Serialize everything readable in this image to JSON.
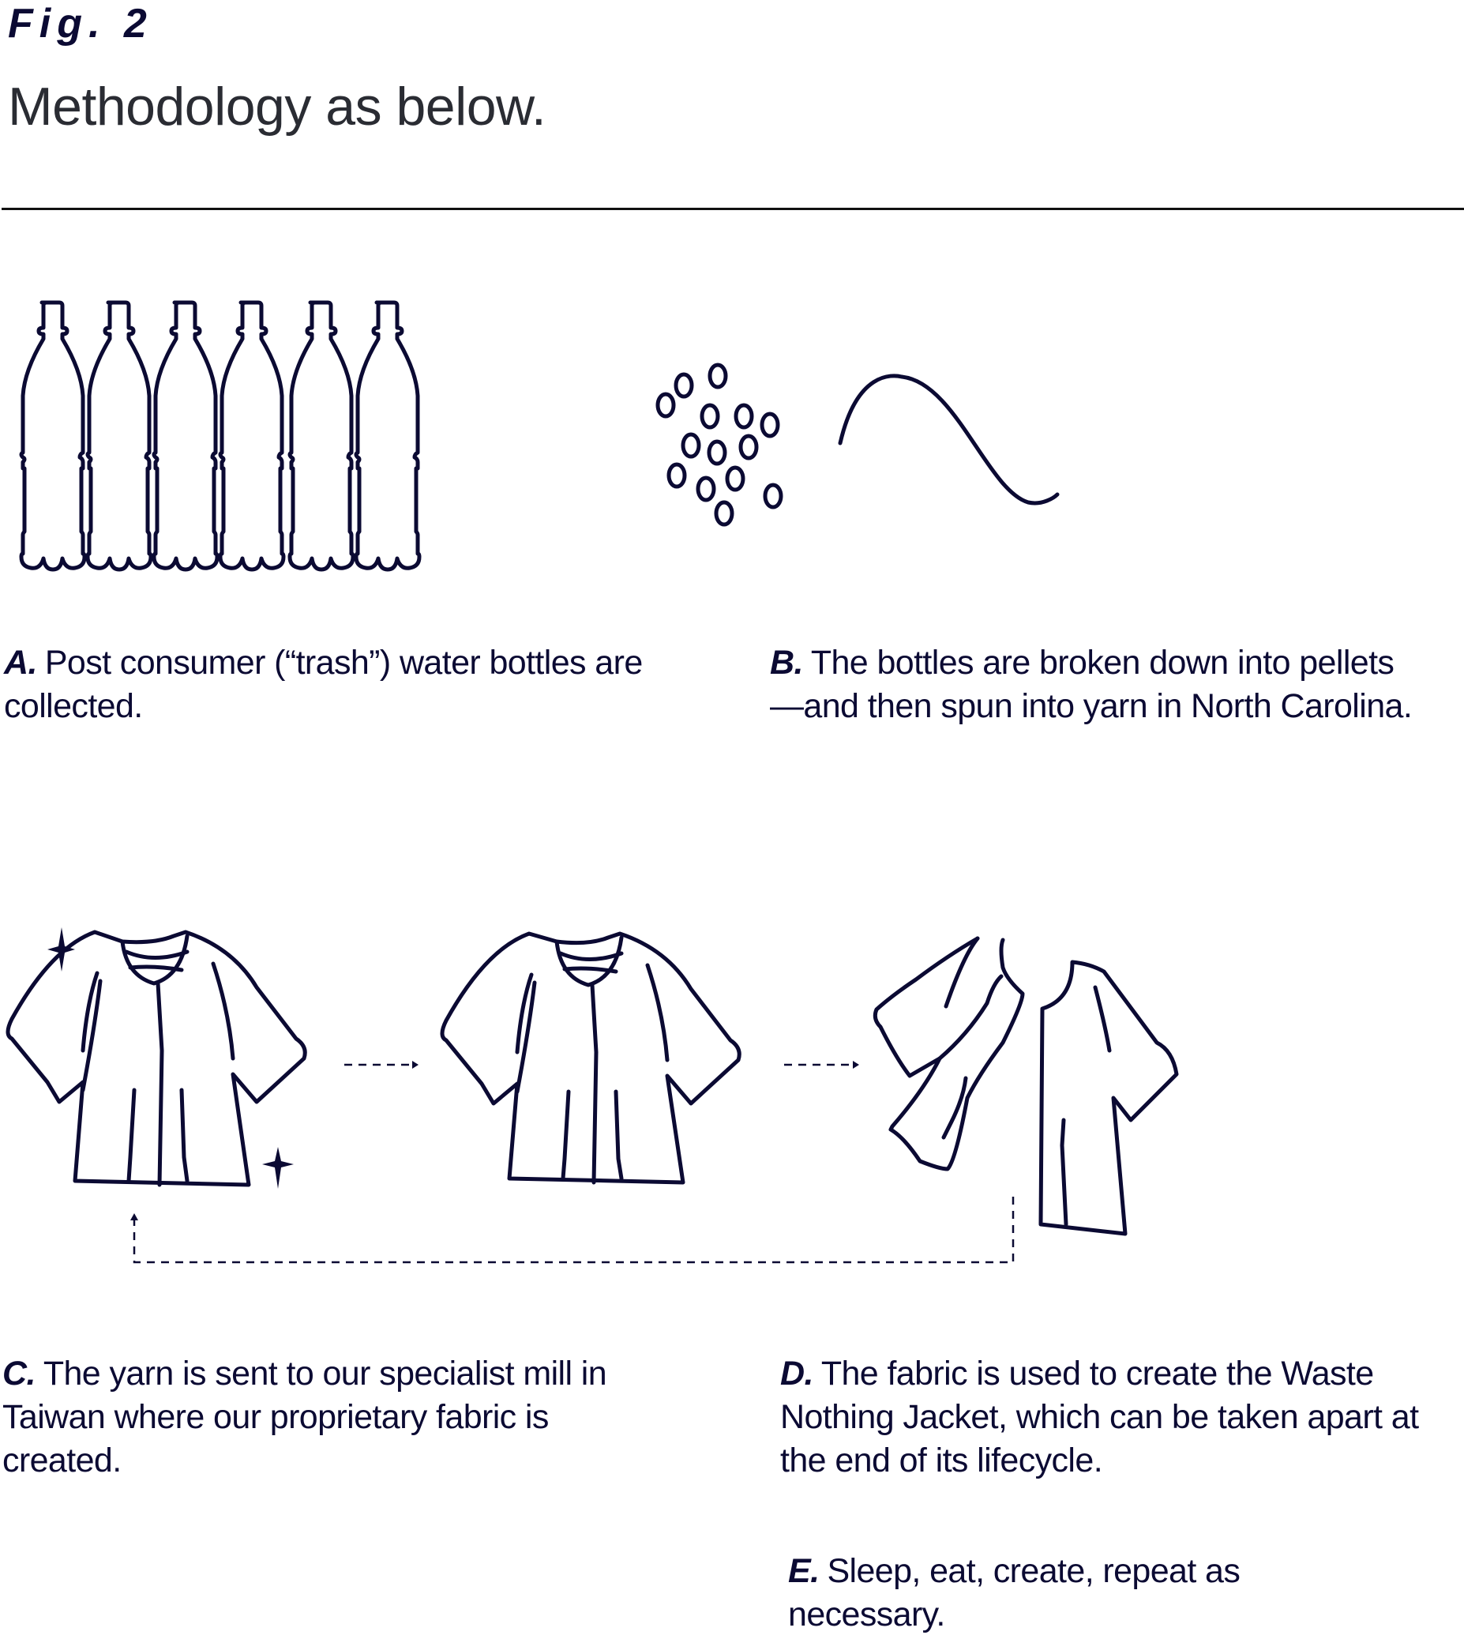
{
  "figure": {
    "label": "Fig. 2",
    "subtitle": "Methodology as below."
  },
  "colors": {
    "ink": "#0b0a33",
    "subtitle": "#2a2c33",
    "rule": "#111111",
    "background": "#ffffff"
  },
  "illustrations": {
    "bottles": {
      "count": 6,
      "icon": "water-bottle-icon"
    },
    "pellets": {
      "count": 14,
      "icon": "pellet-icon"
    },
    "yarn": {
      "icon": "yarn-strand-icon"
    },
    "jackets": [
      {
        "state": "new",
        "icon": "jacket-icon",
        "decoration": "sparkle-icon"
      },
      {
        "state": "worn",
        "icon": "jacket-icon"
      },
      {
        "state": "disassembled",
        "icon": "jacket-parts-icon"
      }
    ],
    "arrows": [
      "dashed-arrow-right",
      "dashed-arrow-right",
      "dashed-loop-arrow-return"
    ]
  },
  "steps": [
    {
      "key": "A.",
      "text": "Post consumer (“trash”) water bottles are collected."
    },
    {
      "key": "B.",
      "text": "The bottles are broken down into pellets—and then spun into yarn in North Carolina."
    },
    {
      "key": "C.",
      "text": "The yarn is sent to our specialist mill in Taiwan where our proprietary fabric is created."
    },
    {
      "key": "D.",
      "text": "The fabric is used to create the Waste Nothing Jacket, which can be taken apart at the end of its lifecycle."
    },
    {
      "key": "E.",
      "text": "Sleep, eat, create, repeat as necessary."
    }
  ]
}
